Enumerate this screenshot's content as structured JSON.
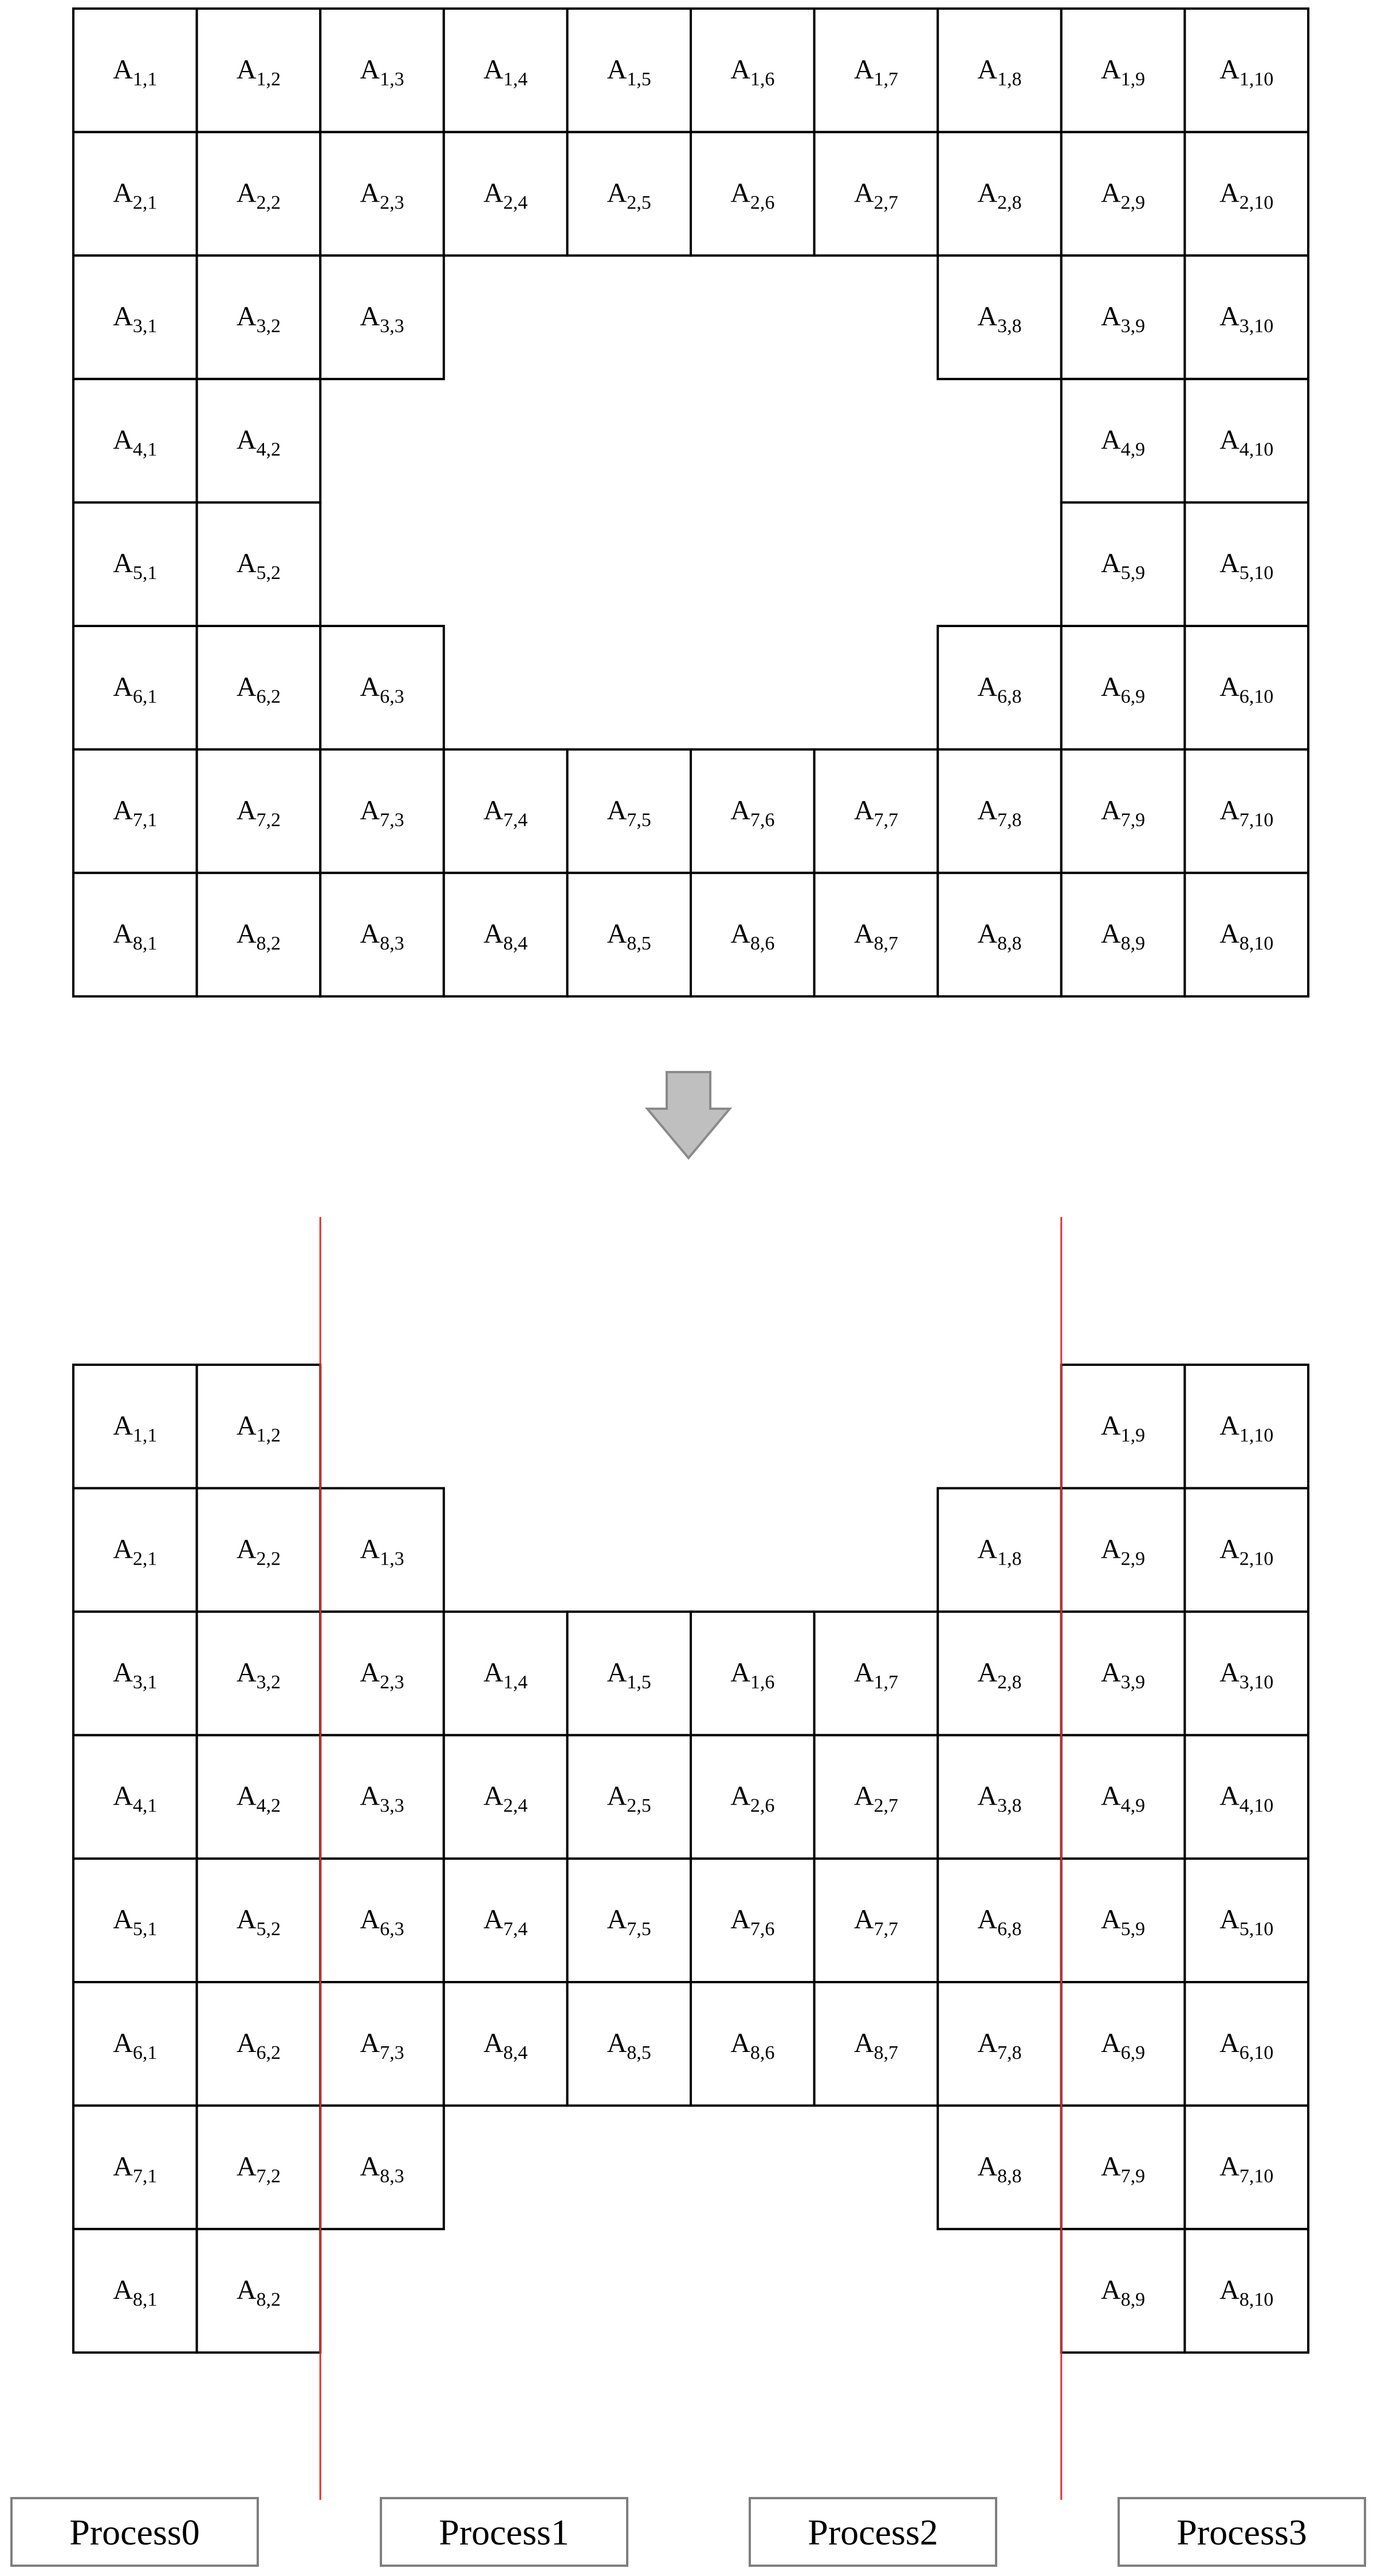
{
  "top_grid": {
    "rows": [
      [
        "1,1",
        "1,2",
        "1,3",
        "1,4",
        "1,5",
        "1,6",
        "1,7",
        "1,8",
        "1,9",
        "1,10"
      ],
      [
        "2,1",
        "2,2",
        "2,3",
        "2,4",
        "2,5",
        "2,6",
        "2,7",
        "2,8",
        "2,9",
        "2,10"
      ],
      [
        "3,1",
        "3,2",
        "3,3",
        "",
        "",
        "",
        "",
        "3,8",
        "3,9",
        "3,10"
      ],
      [
        "4,1",
        "4,2",
        "",
        "",
        "",
        "",
        "",
        "",
        "4,9",
        "4,10"
      ],
      [
        "5,1",
        "5,2",
        "",
        "",
        "",
        "",
        "",
        "",
        "5,9",
        "5,10"
      ],
      [
        "6,1",
        "6,2",
        "6,3",
        "",
        "",
        "",
        "",
        "6,8",
        "6,9",
        "6,10"
      ],
      [
        "7,1",
        "7,2",
        "7,3",
        "7,4",
        "7,5",
        "7,6",
        "7,7",
        "7,8",
        "7,9",
        "7,10"
      ],
      [
        "8,1",
        "8,2",
        "8,3",
        "8,4",
        "8,5",
        "8,6",
        "8,7",
        "8,8",
        "8,9",
        "8,10"
      ]
    ]
  },
  "bottom_grid": {
    "rows": [
      [
        "1,1",
        "1,2",
        "",
        "",
        "",
        "",
        "",
        "",
        "1,9",
        "1,10"
      ],
      [
        "2,1",
        "2,2",
        "1,3",
        "",
        "",
        "",
        "",
        "1,8",
        "2,9",
        "2,10"
      ],
      [
        "3,1",
        "3,2",
        "2,3",
        "1,4",
        "1,5",
        "1,6",
        "1,7",
        "2,8",
        "3,9",
        "3,10"
      ],
      [
        "4,1",
        "4,2",
        "3,3",
        "2,4",
        "2,5",
        "2,6",
        "2,7",
        "3,8",
        "4,9",
        "4,10"
      ],
      [
        "5,1",
        "5,2",
        "6,3",
        "7,4",
        "7,5",
        "7,6",
        "7,7",
        "6,8",
        "5,9",
        "5,10"
      ],
      [
        "6,1",
        "6,2",
        "7,3",
        "8,4",
        "8,5",
        "8,6",
        "8,7",
        "7,8",
        "6,9",
        "6,10"
      ],
      [
        "7,1",
        "7,2",
        "8,3",
        "",
        "",
        "",
        "",
        "8,8",
        "7,9",
        "7,10"
      ],
      [
        "8,1",
        "8,2",
        "",
        "",
        "",
        "",
        "",
        "",
        "8,9",
        "8,10"
      ]
    ]
  },
  "cell_prefix": "A",
  "processes": [
    "Process0",
    "Process1",
    "Process2",
    "Process3"
  ],
  "colors": {
    "grid_line": "#000000",
    "divider": "#e03030",
    "arrow_fill": "#bfbfbf",
    "arrow_stroke": "#8a8a8a",
    "label_box": "#7f7f7f"
  },
  "icons": {
    "transition": "down-arrow-icon"
  }
}
